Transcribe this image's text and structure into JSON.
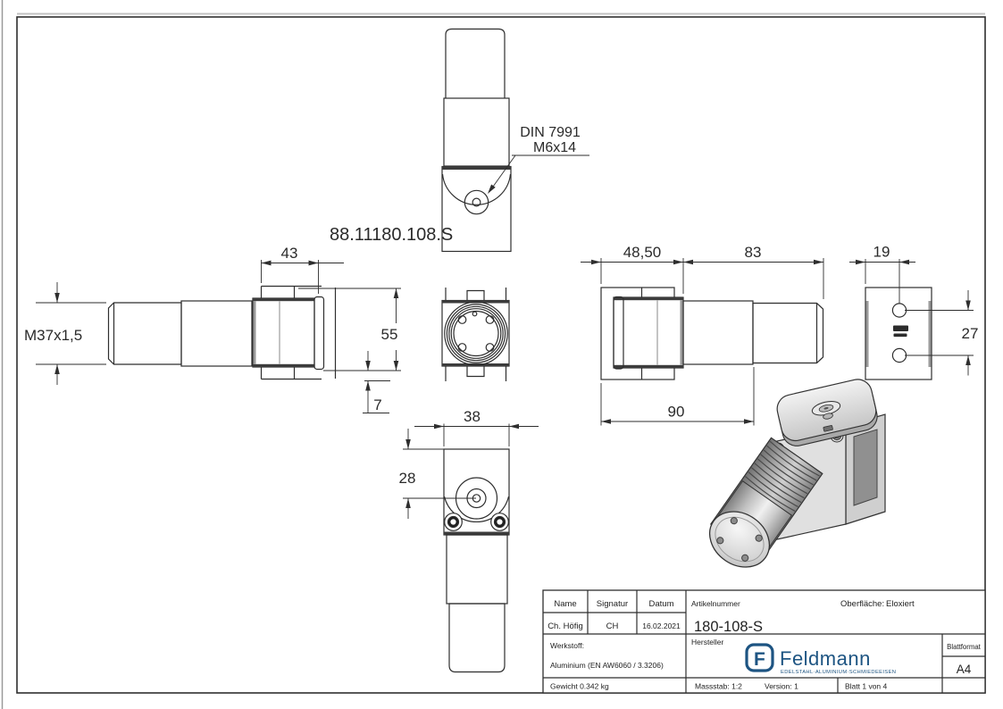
{
  "drawing": {
    "din_label": {
      "line1": "DIN 7991",
      "line2": "M6x14"
    },
    "part_code": "88.11180.108.S",
    "dims": {
      "left_width": "43",
      "left_height": "55",
      "left_offset": "7",
      "left_thread": "M37x1,5",
      "bottom_width": "38",
      "bottom_center": "28",
      "right_bracket": "48,50",
      "right_shaft": "83",
      "right_total": "90",
      "back_hole_x": "19",
      "back_hole_pitch": "27"
    }
  },
  "title_block": {
    "col_name": {
      "header": "Name",
      "value": "Ch. Höfig"
    },
    "col_signatur": {
      "header": "Signatur",
      "value": "CH"
    },
    "col_datum": {
      "header": "Datum",
      "value": "16.02.2021"
    },
    "artikelnummer": {
      "label": "Artikelnummer",
      "value": "180-108-S"
    },
    "oberflaeche": {
      "label": "Oberfläche:",
      "value": "Eloxiert"
    },
    "werkstoff": {
      "label": "Werkstoff:",
      "value": "Aluminium (EN AW6060 / 3.3206)"
    },
    "hersteller_label": "Hersteller",
    "gewicht": "Gewicht 0.342 kg",
    "massstab": "Massstab: 1:2",
    "version": "Version: 1",
    "blatt": "Blatt 1 von 4",
    "blattformat": {
      "label": "Blattformat",
      "value": "A4"
    }
  },
  "brand": {
    "letter": "F",
    "name": "Feldmann",
    "tagline": "EDELSTAHL·ALUMINIUM·SCHMIEDEEISEN",
    "color": "#1d5482"
  },
  "colors": {
    "line": "#2e2e2e",
    "thick_edge": "#3c3c3c",
    "logo_blue": "#1d5482"
  }
}
